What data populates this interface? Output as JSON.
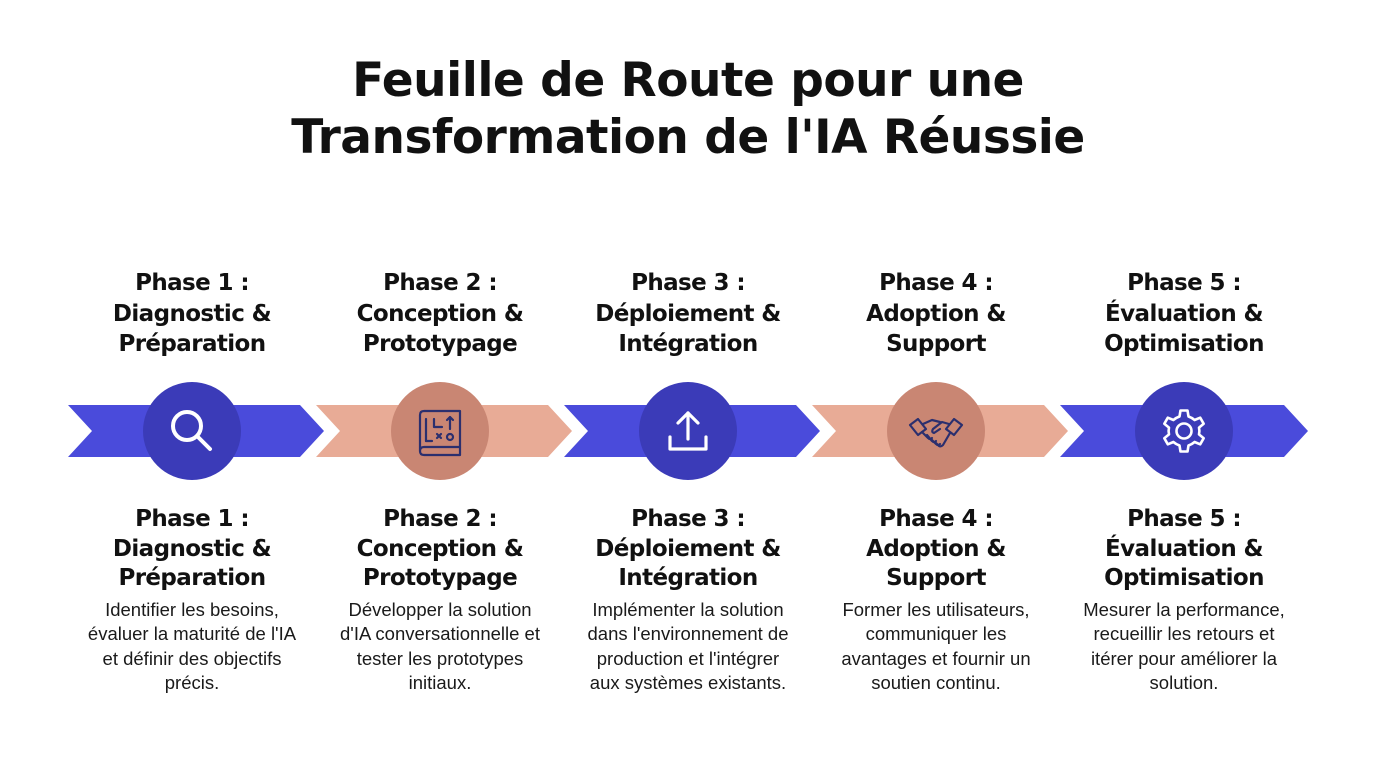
{
  "title": {
    "line1": "Feuille de Route pour une",
    "line2": "Transformation de l'IA Réussie"
  },
  "colors": {
    "blue_arrow": "#4a4bdb",
    "blue_circle": "#3b3bb8",
    "salmon_arrow": "#e8ab96",
    "salmon_circle": "#c98673",
    "icon_on_blue": "#ffffff",
    "icon_on_salmon": "#2b2f6e"
  },
  "phases": [
    {
      "heading": [
        "Phase 1 :",
        "Diagnostic &",
        "Préparation"
      ],
      "icon": "magnifier-icon",
      "description": [
        "Identifier les besoins,",
        "évaluer la maturité de l'IA",
        "et définir des objectifs",
        "précis."
      ]
    },
    {
      "heading": [
        "Phase 2 :",
        "Conception &",
        "Prototypage"
      ],
      "icon": "blueprint-icon",
      "description": [
        "Développer la solution",
        "d'IA conversationnelle et",
        "tester les prototypes",
        "initiaux."
      ]
    },
    {
      "heading": [
        "Phase 3 :",
        "Déploiement &",
        "Intégration"
      ],
      "icon": "upload-icon",
      "description": [
        "Implémenter la solution",
        "dans l'environnement de",
        "production et l'intégrer",
        "aux systèmes existants."
      ]
    },
    {
      "heading": [
        "Phase 4 :",
        "Adoption &",
        "Support"
      ],
      "icon": "handshake-icon",
      "description": [
        "Former les utilisateurs,",
        "communiquer les",
        "avantages et fournir un",
        "soutien continu."
      ]
    },
    {
      "heading": [
        "Phase 5 :",
        "Évaluation &",
        "Optimisation"
      ],
      "icon": "gear-icon",
      "description": [
        "Mesurer la performance,",
        "recueillir les retours et",
        "itérer pour améliorer la",
        "solution."
      ]
    }
  ]
}
